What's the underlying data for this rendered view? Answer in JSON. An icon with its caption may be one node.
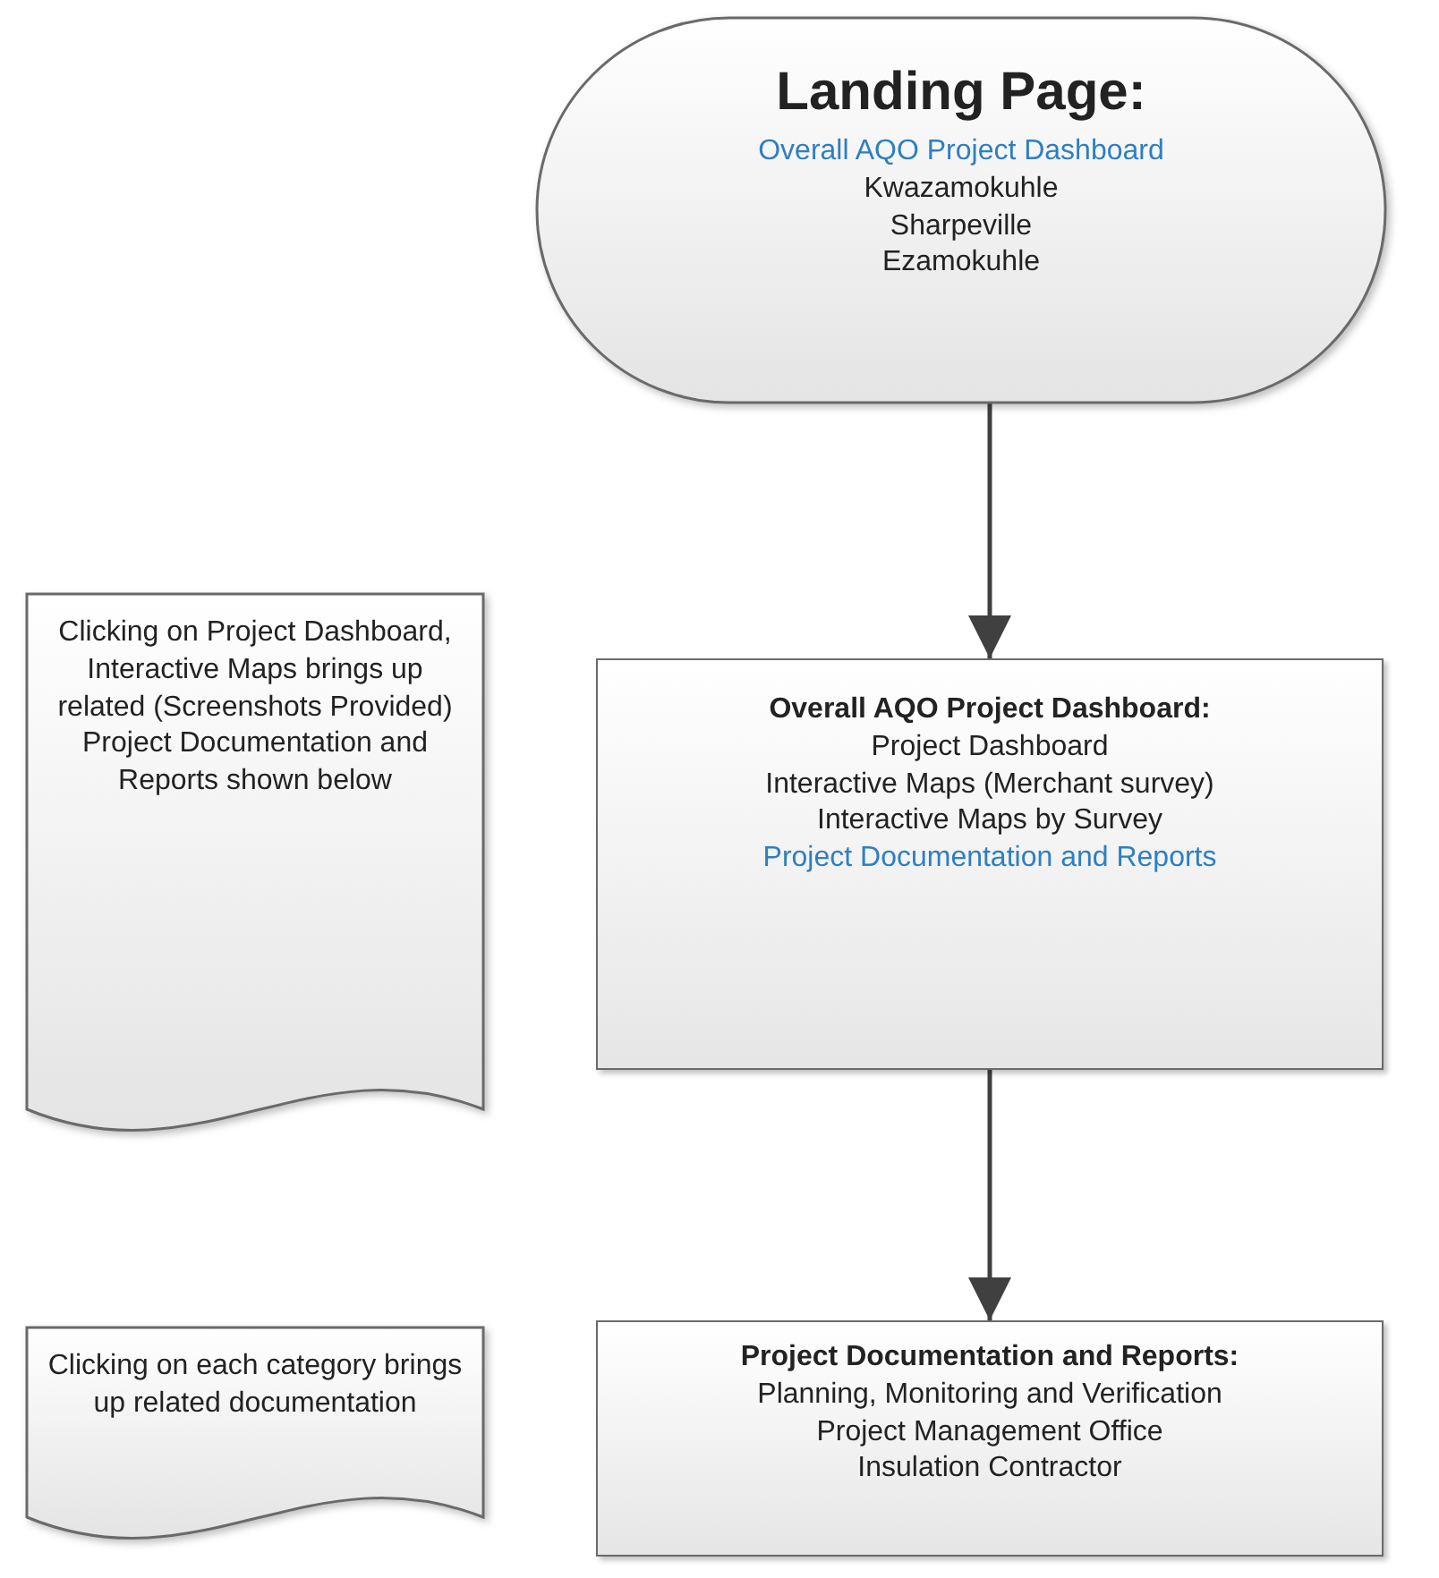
{
  "diagram": {
    "nodes": [
      {
        "text": [
          "Landing Page:",
          "Overall AQO Project Dashboard",
          "Kwazamokuhle",
          "Sharpeville",
          "Ezamokuhle"
        ]
      },
      {
        "text": [
          "Clicking on Project Dashboard, Interactive Maps brings up related (Screenshots Provided)",
          "Project Documentation and Reports shown below"
        ]
      },
      {
        "text": [
          "Overall AQO Project Dashboard:",
          "Project Dashboard",
          "Interactive Maps (Merchant survey)",
          "Interactive Maps by Survey",
          "Project Documentation and Reports"
        ]
      },
      {
        "text": [
          "Clicking on each category brings up related documentation"
        ]
      },
      {
        "text": [
          "Project Documentation and Reports:",
          "Planning, Monitoring and Verification",
          "Project Management Office",
          "Insulation Contractor"
        ]
      }
    ],
    "edges": [
      {
        "from": 0,
        "to": 2,
        "arrow": "to"
      },
      {
        "from": 2,
        "to": 4,
        "arrow": "to"
      }
    ]
  }
}
